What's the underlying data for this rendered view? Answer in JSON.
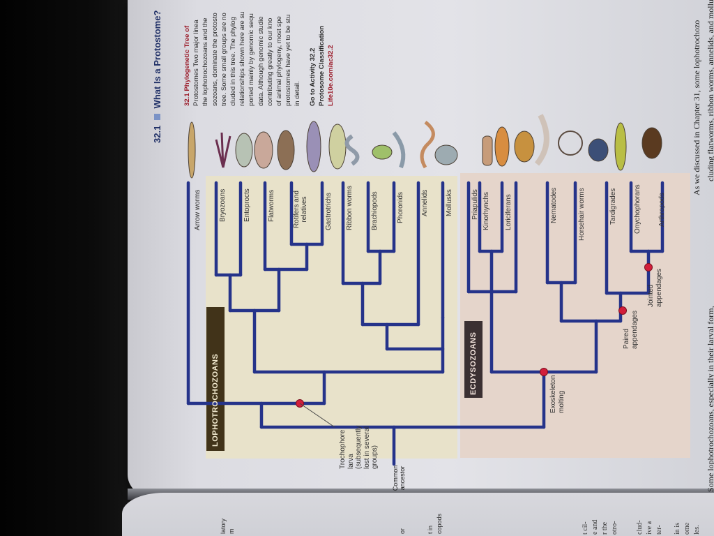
{
  "header": {
    "section_number": "32.1",
    "section_title": "What Is a Protostome?"
  },
  "caption": {
    "figure_title": "32.1  Phylogenetic Tree of",
    "lines": [
      "Protostomes  Two major linea",
      "the lophotrochozoans and the",
      "sozoans, dominate the protosto",
      "tree. Some small groups are no",
      "cluded in this tree. The phylog",
      "relationships shown here are su",
      "ported mainly by genomic sequ",
      "data. Although genomic studie",
      "contributing greatly to our kno",
      "of animal phylogeny, most spe",
      "protostomes have yet to be stu",
      "in detail."
    ],
    "activity_heading": "Go to Activity 32.2",
    "activity_title": "Protosome Classification",
    "activity_link": "Life10e.com/ac32.2"
  },
  "tree": {
    "groups": {
      "lophotrochozoans": "LOPHOTROCHOZOANS",
      "ecdysozoans": "ECDYSOZOANS"
    },
    "taxa": [
      "Arrow worms",
      "Bryozoans",
      "Entoprocts",
      "Flatworms",
      "Rotifers and relatives",
      "Gastrotrichs",
      "Ribbon worms",
      "Brachiopods",
      "Phoronids",
      "Annelids",
      "Mollusks",
      "Priapulids",
      "Kinorhynchs",
      "Loriciferans",
      "Nematodes",
      "Horsehair worms",
      "Tardigrades",
      "Onychophorans",
      "Arthropods"
    ],
    "root_label": "Common ancestor",
    "synapomorphies": {
      "trochophore": [
        "Trochophore",
        "larva",
        "(subsequently",
        "lost in several",
        "groups)"
      ],
      "exoskeleton": [
        "Exoskeleton",
        "molting"
      ],
      "paired": [
        "Paired",
        "appendages"
      ],
      "jointed": [
        "Jointed",
        "appendages"
      ]
    }
  },
  "bottom_text": {
    "left": "Some lophotrochozoans, especially in their larval form,",
    "right": "As we discussed in Chapter 31, some lophotrochozo",
    "right2": "cluding flatworms, ribbon worms, annelids, and mollu"
  },
  "left_page_fragments": [
    "latory",
    "m",
    "or",
    "t in",
    "copods",
    "t cil-",
    "e and",
    "r the",
    "otro-",
    "clud-",
    "ive a",
    "ter-",
    "in is",
    "ome",
    "les."
  ],
  "colors": {
    "branch": "#25338a",
    "node_dot": "#d21e3b",
    "lopho_bg": "#e9e4cf",
    "ecdy_bg": "#e6d6ce",
    "heading_red": "#9b1c2a",
    "section_blue": "#2d4f9b"
  }
}
